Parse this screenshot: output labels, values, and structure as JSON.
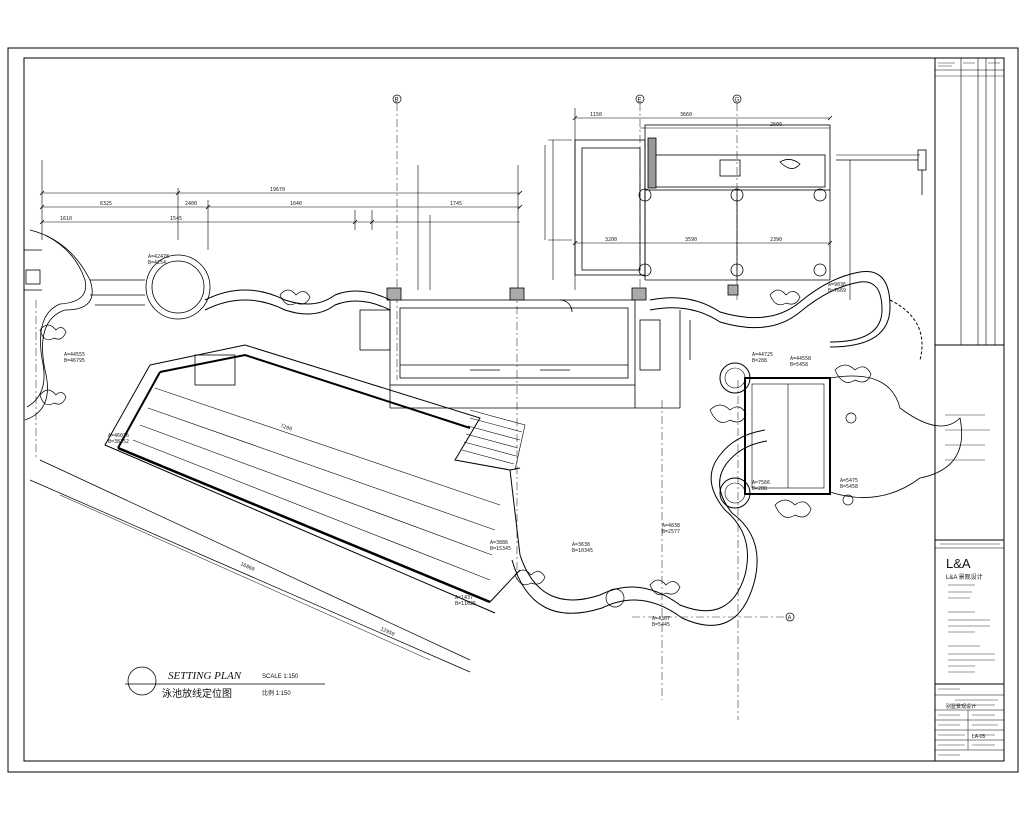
{
  "drawing": {
    "title_en": "SETTING PLAN",
    "title_cn": "泳池放线定位图",
    "scale_note_1": "SCALE 1:150",
    "scale_note_2": "比例 1:150"
  },
  "grid_markers": [
    "B",
    "E",
    "G",
    "A"
  ],
  "coordinates": [
    {
      "a": "A=42478",
      "b": "B=4254"
    },
    {
      "a": "A=44555",
      "b": "B=46795"
    },
    {
      "a": "A=46036",
      "b": "B=38352"
    },
    {
      "a": "A=9036",
      "b": "B=7669"
    },
    {
      "a": "A=44725",
      "b": "B=288"
    },
    {
      "a": "A=44558",
      "b": "B=5458"
    },
    {
      "a": "A=7566",
      "b": "B=288"
    },
    {
      "a": "A=5475",
      "b": "B=5458"
    },
    {
      "a": "A=4838",
      "b": "B=2577"
    },
    {
      "a": "A=3638",
      "b": "B=10345"
    },
    {
      "a": "A=3886",
      "b": "B=15345"
    },
    {
      "a": "A=4307",
      "b": "B=5445"
    },
    {
      "a": "A=1437",
      "b": "B=11625"
    }
  ],
  "dimensions": [
    "6325",
    "2400",
    "19670",
    "1610",
    "1545",
    "1640",
    "1745",
    "1150",
    "3660",
    "2600",
    "3200",
    "3590",
    "2390",
    "7200",
    "16860",
    "12950"
  ],
  "title_block": {
    "company": "L&A",
    "company_cn": "L&A 景观设计",
    "project_cn": "别墅景观设计",
    "drawing_no": "LA-05"
  }
}
